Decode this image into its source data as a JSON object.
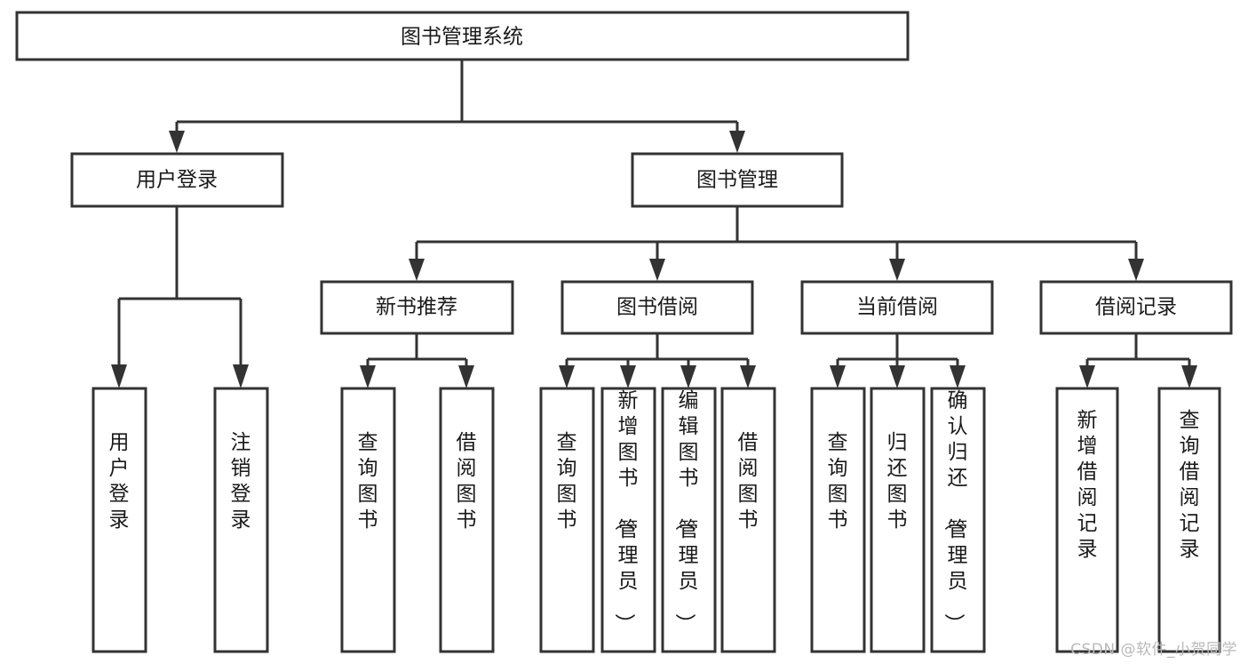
{
  "diagram": {
    "type": "tree-hierarchy-diagram",
    "title": "图书管理系统",
    "watermark": "CSDN @软件_小贺同学",
    "colors": {
      "box_stroke": "#333333",
      "box_fill": "#ffffff",
      "text": "#1a1a1a",
      "background": "#ffffff",
      "watermark": "#b9b9b9"
    },
    "levels": {
      "root": {
        "label": "图书管理系统",
        "orientation": "horizontal"
      },
      "level2": [
        {
          "label": "用户登录",
          "orientation": "horizontal"
        },
        {
          "label": "图书管理",
          "orientation": "horizontal"
        }
      ],
      "level3": [
        {
          "label": "新书推荐",
          "orientation": "horizontal"
        },
        {
          "label": "图书借阅",
          "orientation": "horizontal"
        },
        {
          "label": "当前借阅",
          "orientation": "horizontal"
        },
        {
          "label": "借阅记录",
          "orientation": "horizontal"
        }
      ],
      "leaves": [
        {
          "label": "用户登录",
          "orientation": "vertical",
          "parent": "用户登录"
        },
        {
          "label": "注销登录",
          "orientation": "vertical",
          "parent": "用户登录"
        },
        {
          "label": "查询图书",
          "orientation": "vertical",
          "parent": "新书推荐"
        },
        {
          "label": "借阅图书",
          "orientation": "vertical",
          "parent": "新书推荐"
        },
        {
          "label": "查询图书",
          "orientation": "vertical",
          "parent": "图书借阅"
        },
        {
          "label": "新增图书（管理员）",
          "orientation": "vertical",
          "parent": "图书借阅"
        },
        {
          "label": "编辑图书（管理员）",
          "orientation": "vertical",
          "parent": "图书借阅"
        },
        {
          "label": "借阅图书",
          "orientation": "vertical",
          "parent": "图书借阅"
        },
        {
          "label": "查询图书",
          "orientation": "vertical",
          "parent": "当前借阅"
        },
        {
          "label": "归还图书",
          "orientation": "vertical",
          "parent": "当前借阅"
        },
        {
          "label": "确认归还（管理员）",
          "orientation": "vertical",
          "parent": "当前借阅"
        },
        {
          "label": "新增借阅记录",
          "orientation": "vertical",
          "parent": "借阅记录"
        },
        {
          "label": "查询借阅记录",
          "orientation": "vertical",
          "parent": "借阅记录"
        }
      ]
    }
  }
}
